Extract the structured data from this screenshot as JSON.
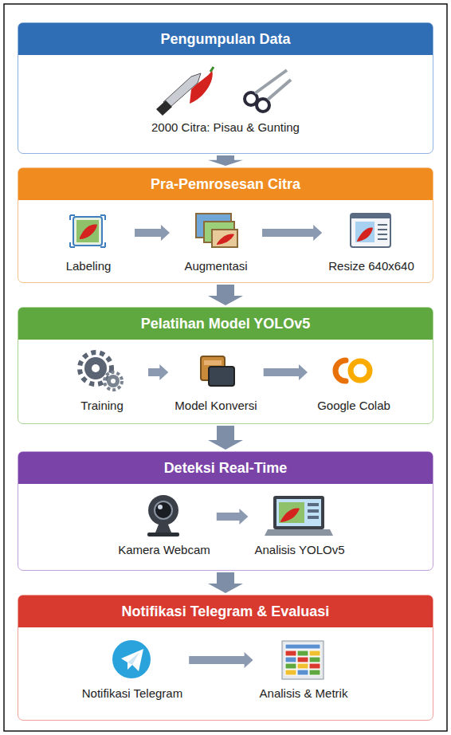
{
  "diagram": {
    "nodes": [
      {
        "text": [
          "Pengumpulan Data",
          "2000 Citra: Pisau & Gunting"
        ]
      },
      {
        "text": [
          "Pra-Pemrosesan Citra"
        ]
      },
      {
        "text": [
          "Labeling"
        ],
        "in": 1
      },
      {
        "text": [
          "Augmentasi"
        ],
        "in": 1
      },
      {
        "text": [
          "Resize 640x640"
        ],
        "in": 1
      },
      {
        "text": [
          "Pelatihan Model YOLOv5"
        ]
      },
      {
        "text": [
          "Training"
        ],
        "in": 5
      },
      {
        "text": [
          "Model Konversi"
        ],
        "in": 5
      },
      {
        "text": [
          "Google Colab"
        ],
        "in": 5
      },
      {
        "text": [
          "Deteksi Real-Time"
        ]
      },
      {
        "text": [
          "Kamera Webcam"
        ],
        "in": 9
      },
      {
        "text": [
          "Analisis YOLOv5"
        ],
        "in": 9
      },
      {
        "text": [
          "Notifikasi Telegram & Evaluasi"
        ]
      },
      {
        "text": [
          "Notifikasi Telegram"
        ],
        "in": 12
      },
      {
        "text": [
          "Analisis & Metrik"
        ],
        "in": 12
      }
    ],
    "edges": [
      {
        "from": 0,
        "to": 1,
        "arrow": "to"
      },
      {
        "from": 1,
        "to": 5,
        "arrow": "to"
      },
      {
        "from": 5,
        "to": 9,
        "arrow": "to"
      },
      {
        "from": 9,
        "to": 12,
        "arrow": "to"
      },
      {
        "from": 2,
        "to": 3,
        "arrow": "to"
      },
      {
        "from": 3,
        "to": 4,
        "arrow": "to"
      },
      {
        "from": 6,
        "to": 7,
        "arrow": "to"
      },
      {
        "from": 7,
        "to": 8,
        "arrow": "to"
      },
      {
        "from": 10,
        "to": 11,
        "arrow": "to"
      },
      {
        "from": 13,
        "to": 14,
        "arrow": "to"
      }
    ]
  }
}
